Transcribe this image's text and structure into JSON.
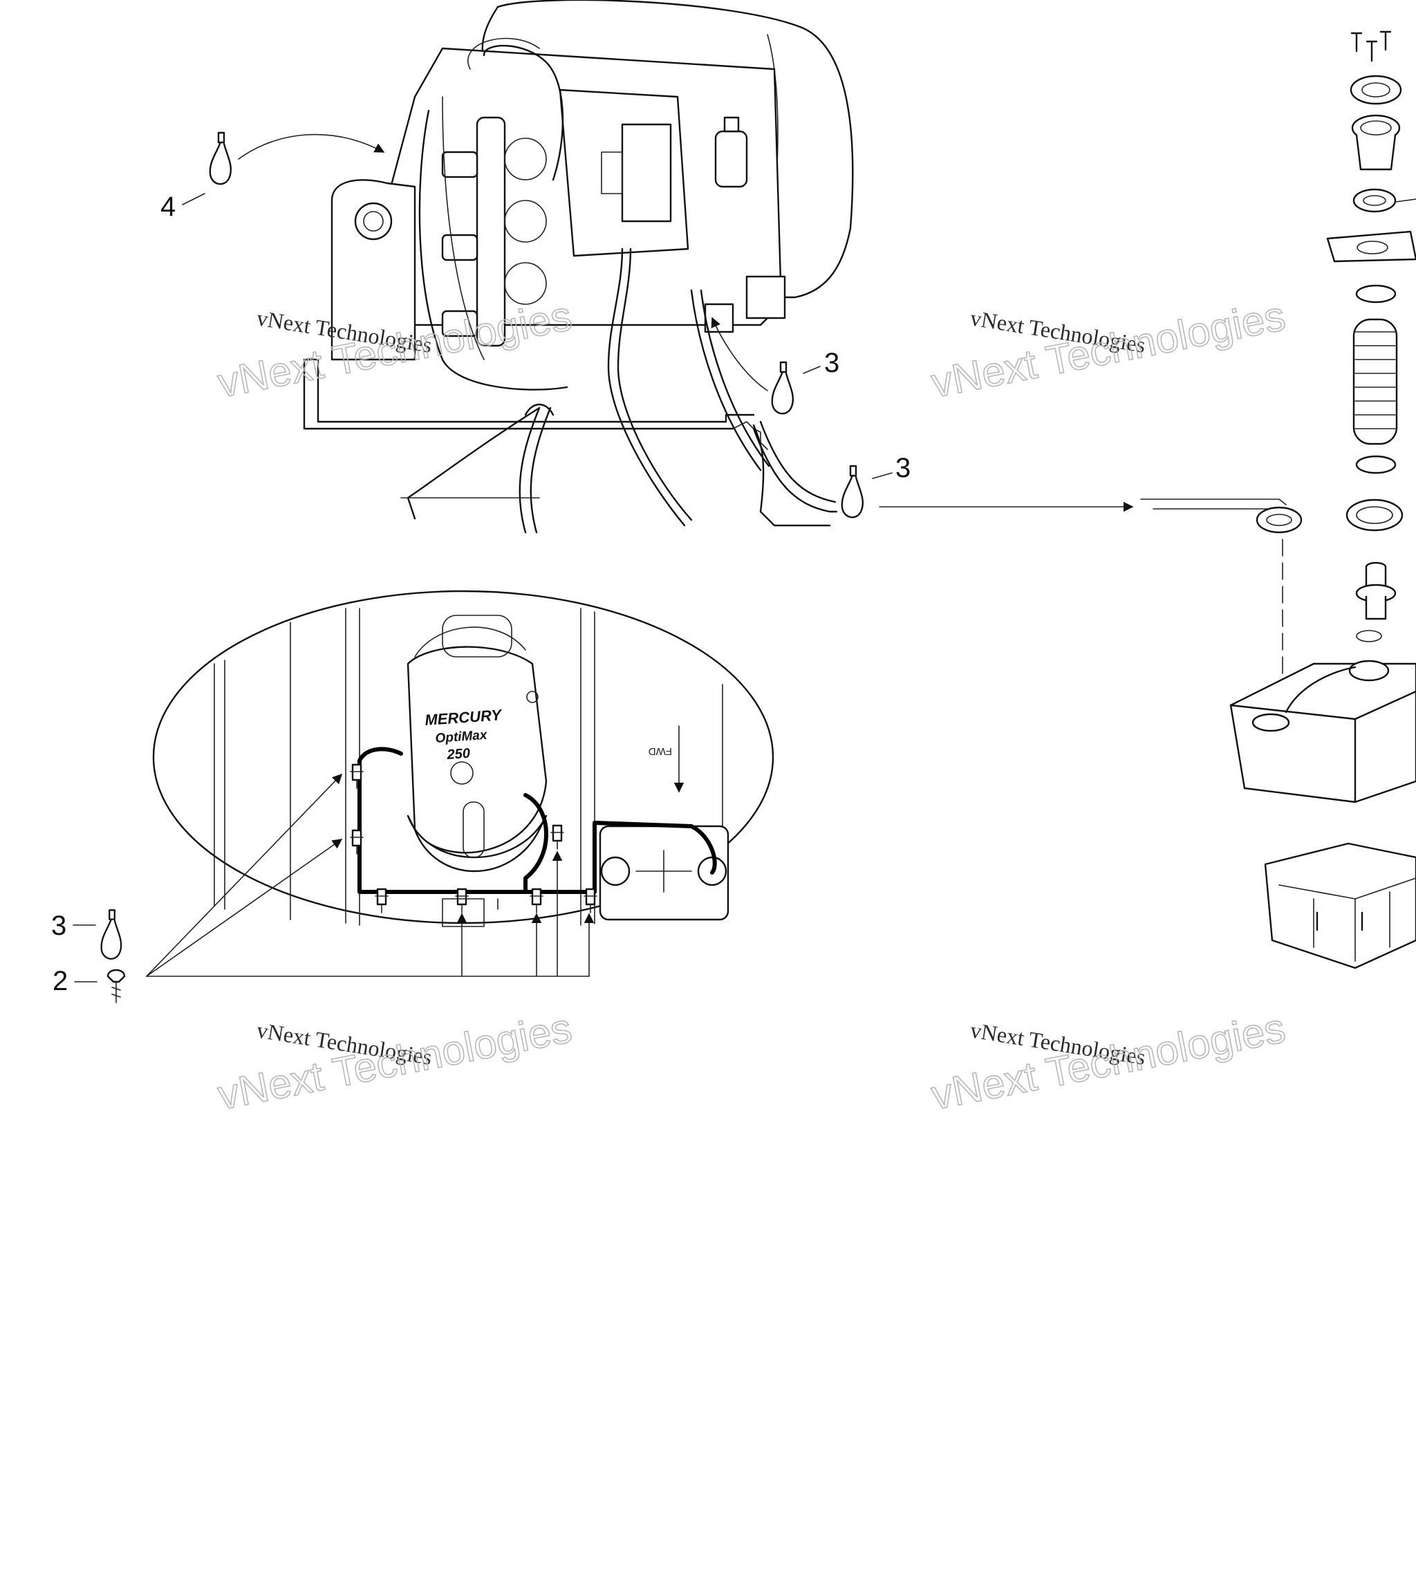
{
  "callouts": {
    "item_4": "4",
    "item_3_upper": "3",
    "item_3_right": "3",
    "item_3_lower": "3",
    "item_2": "2"
  },
  "inset": {
    "brand": "MERCURY",
    "model_line": "OptiMax",
    "model_number": "250",
    "direction_label": "FWD"
  },
  "watermarks": [
    {
      "line1": "vNext Technologies",
      "line2": "vNext Technologies"
    },
    {
      "line1": "vNext Technologies",
      "line2": "vNext Technologies"
    },
    {
      "line1": "vNext Technologies",
      "line2": "vNext Technologies"
    },
    {
      "line1": "vNext Technologies",
      "line2": "vNext Technologies"
    }
  ],
  "icons": {
    "cable_tie": "cable-tie-icon",
    "screw": "screw-icon",
    "fuel_tank": "fuel-tank-icon"
  }
}
